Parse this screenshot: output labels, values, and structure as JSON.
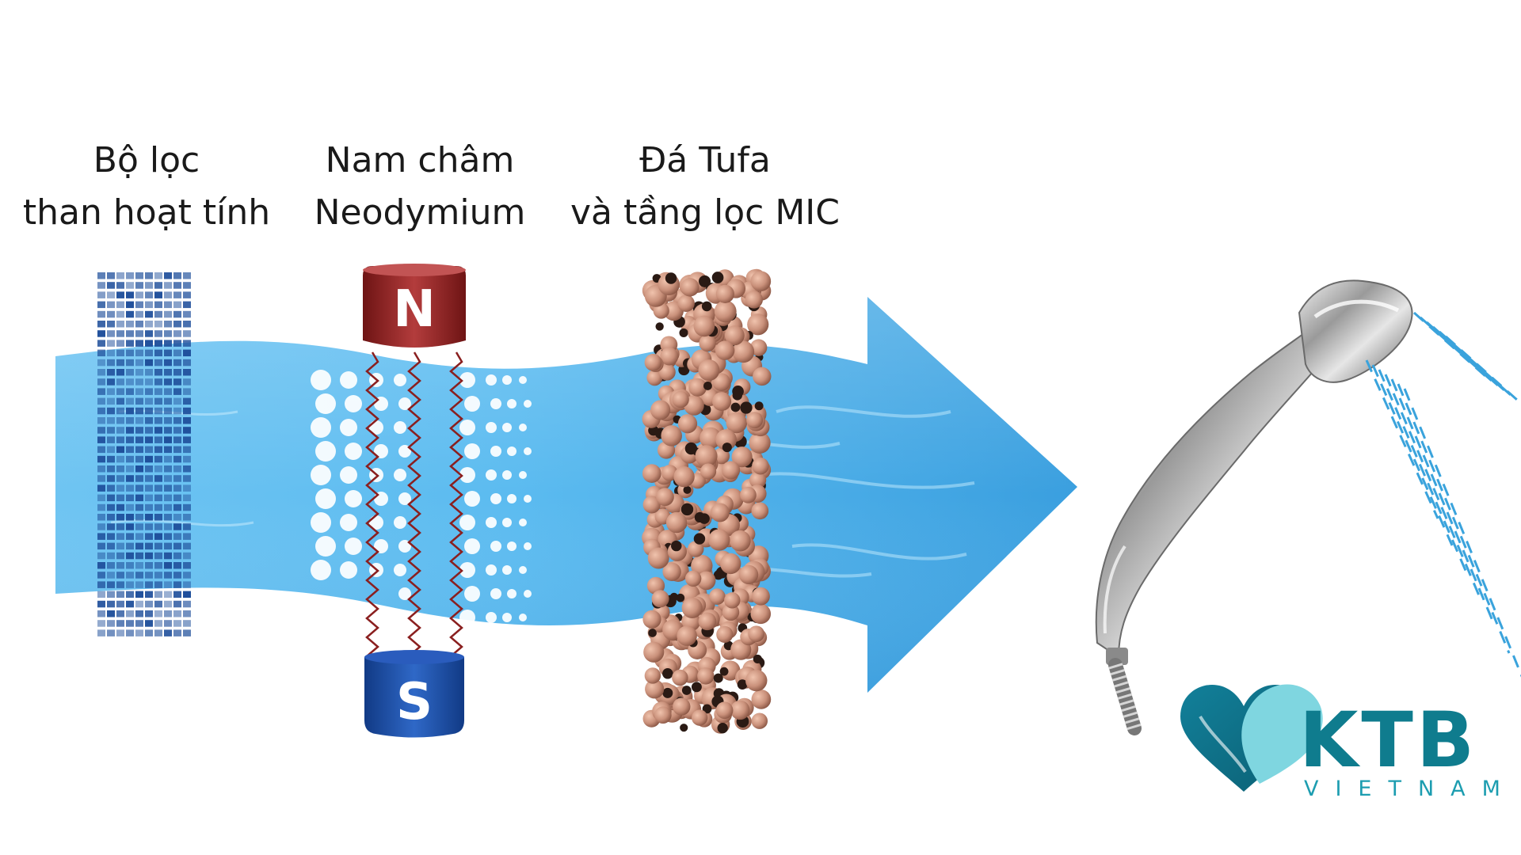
{
  "stages": [
    {
      "line1": "Bộ lọc",
      "line2": "than hoạt tính"
    },
    {
      "line1": "Nam châm",
      "line2": "Neodymium"
    },
    {
      "line1": "Đá Tufa",
      "line2": "và tầng lọc MIC"
    }
  ],
  "magnet": {
    "north": "N",
    "south": "S"
  },
  "brand": {
    "name": "KTB",
    "sub": "VIETNAM"
  },
  "colors": {
    "water": "#4aaee6",
    "water_light": "#8fd3f8",
    "carbon": "#1f4f9b",
    "magnet_n": "#9e2a2a",
    "magnet_s": "#1c4fa8",
    "tufa": "#c8917a",
    "brand": "#0f7c8e",
    "brand_light": "#7fd6e0"
  },
  "icons": [
    "activated-carbon-filter-icon",
    "neodymium-magnet-icon",
    "tufa-stone-filter-icon",
    "water-flow-arrow-icon",
    "shower-head-icon",
    "ktb-heart-logo-icon"
  ]
}
